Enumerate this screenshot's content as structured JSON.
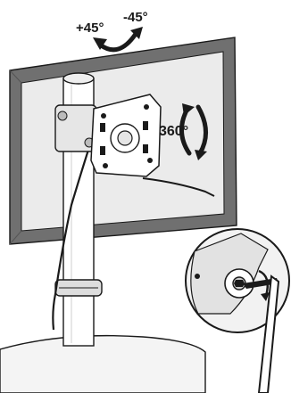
{
  "annotations": {
    "tilt_plus": "+45°",
    "tilt_minus": "-45°",
    "rotation": "360°"
  },
  "icons": {
    "tilt_arrow": "curved-double-arrow-icon",
    "rotate_arrow": "circular-rotate-arrow-icon",
    "tighten_arrow": "tighten-arrow-icon"
  },
  "colors": {
    "line": "#1a1a1a",
    "monitor_frame": "#707070",
    "screen": "#ebebeb",
    "detail_fill": "#f2f2f2"
  }
}
